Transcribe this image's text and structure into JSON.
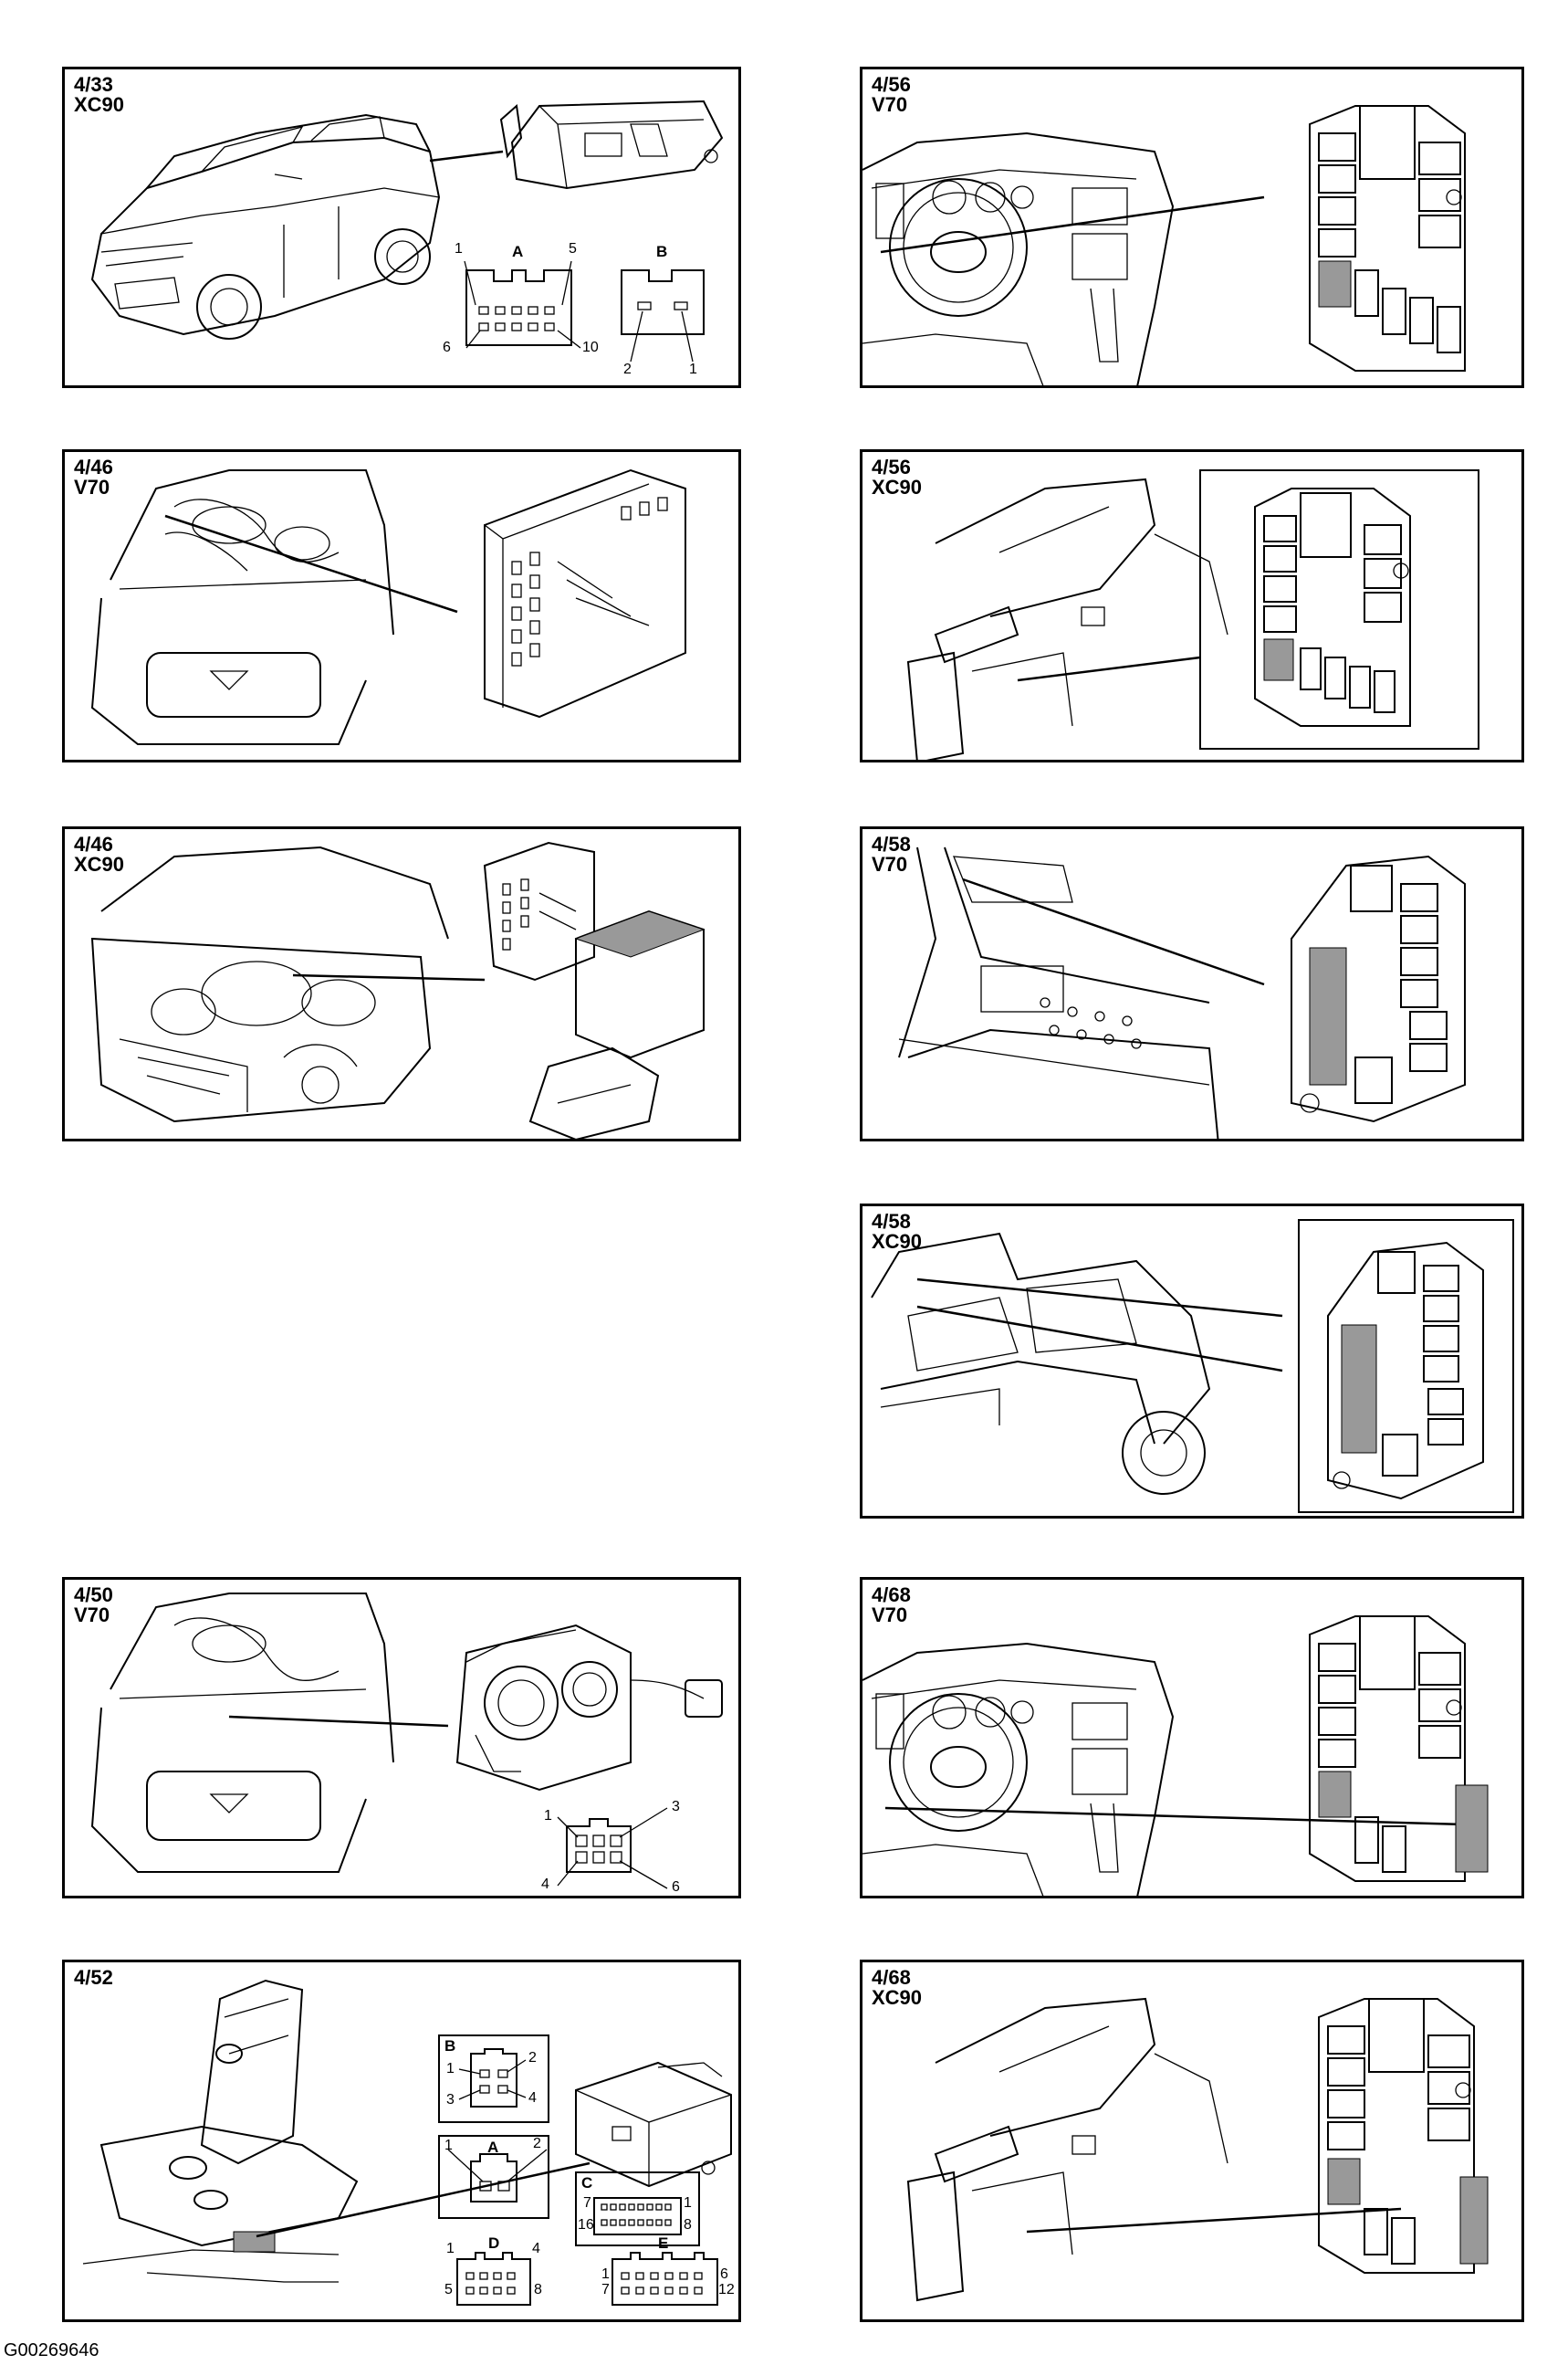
{
  "panels": {
    "p1": {
      "code": "4/33",
      "model": "XC90",
      "connA": "A",
      "connB": "B",
      "pinsA": [
        "1",
        "5",
        "6",
        "10"
      ],
      "pinsB": [
        "2",
        "1"
      ]
    },
    "p2": {
      "code": "4/56",
      "model": "V70"
    },
    "p3": {
      "code": "4/46",
      "model": "V70"
    },
    "p4": {
      "code": "4/56",
      "model": "XC90"
    },
    "p5": {
      "code": "4/46",
      "model": "XC90"
    },
    "p6": {
      "code": "4/58",
      "model": "V70"
    },
    "p7": {
      "code": "4/58",
      "model": "XC90"
    },
    "p8": {
      "code": "4/50",
      "model": "V70",
      "pins": [
        "1",
        "3",
        "4",
        "6"
      ]
    },
    "p9": {
      "code": "4/68",
      "model": "V70"
    },
    "p10": {
      "code": "4/52",
      "model": "",
      "connB": {
        "name": "B",
        "pins": [
          "1",
          "2",
          "3",
          "4"
        ]
      },
      "connA": {
        "name": "A",
        "pins": [
          "1",
          "2"
        ]
      },
      "connC": {
        "name": "C",
        "pins": [
          "7",
          "1",
          "16",
          "8"
        ]
      },
      "connD": {
        "name": "D",
        "pins": [
          "1",
          "4",
          "5",
          "8"
        ]
      },
      "connE": {
        "name": "E",
        "pins": [
          "1",
          "6",
          "7",
          "12"
        ]
      }
    },
    "p11": {
      "code": "4/68",
      "model": "XC90"
    }
  },
  "figure_code": "G00269646"
}
